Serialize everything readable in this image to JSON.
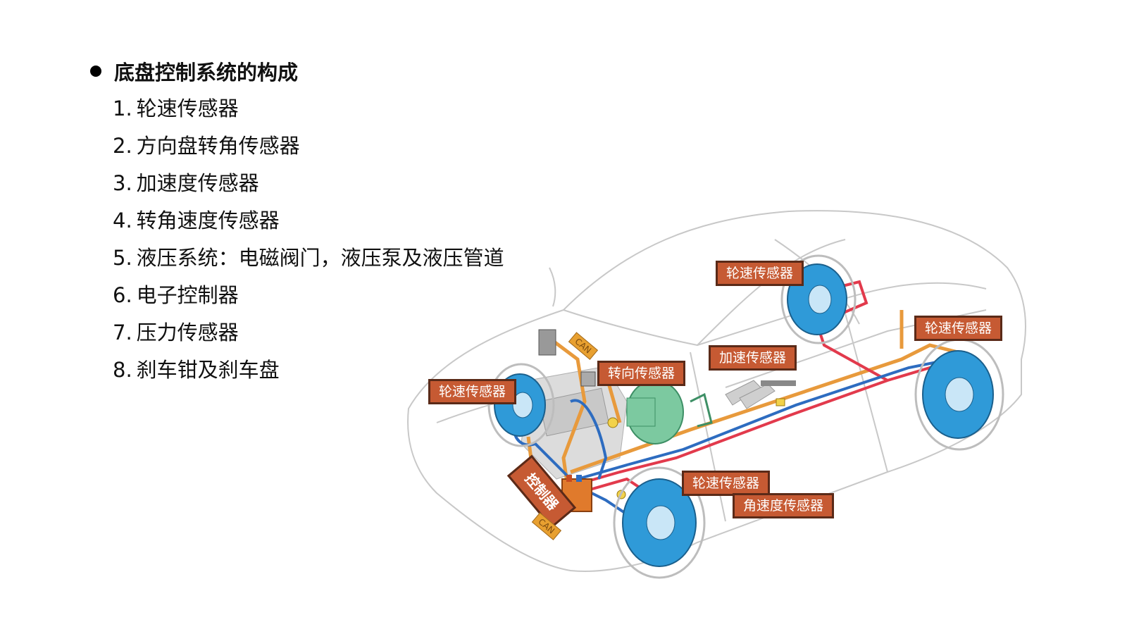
{
  "heading": "底盘控制系统的构成",
  "items": [
    {
      "num": "1.",
      "text": "轮速传感器"
    },
    {
      "num": "2.",
      "text": "方向盘转角传感器"
    },
    {
      "num": "3.",
      "text": "加速度传感器"
    },
    {
      "num": "4.",
      "text": "转角速度传感器"
    },
    {
      "num": "5.",
      "text": "液压系统：电磁阀门，液压泵及液压管道"
    },
    {
      "num": "6.",
      "text": "电子控制器"
    },
    {
      "num": "7.",
      "text": "压力传感器"
    },
    {
      "num": "8.",
      "text": "刹车钳及刹车盘"
    }
  ],
  "callouts": {
    "wheel_rear_left": "轮速传感器",
    "wheel_rear_right": "轮速传感器",
    "wheel_front_left": "轮速传感器",
    "wheel_front_right": "轮速传感器",
    "steering": "转向传感器",
    "accel": "加速传感器",
    "yaw_rate": "角速度传感器",
    "controller": "控制器",
    "can_top": "CAN",
    "can_bottom": "CAN"
  },
  "colors": {
    "callout_bg": "#c65a33",
    "brake_disc": "#2f9ad8",
    "hydraulic_red": "#e23a4c",
    "hydraulic_blue": "#2d6cc0",
    "wiring_orange": "#e89a3c",
    "booster_green": "#7cc9a0"
  }
}
